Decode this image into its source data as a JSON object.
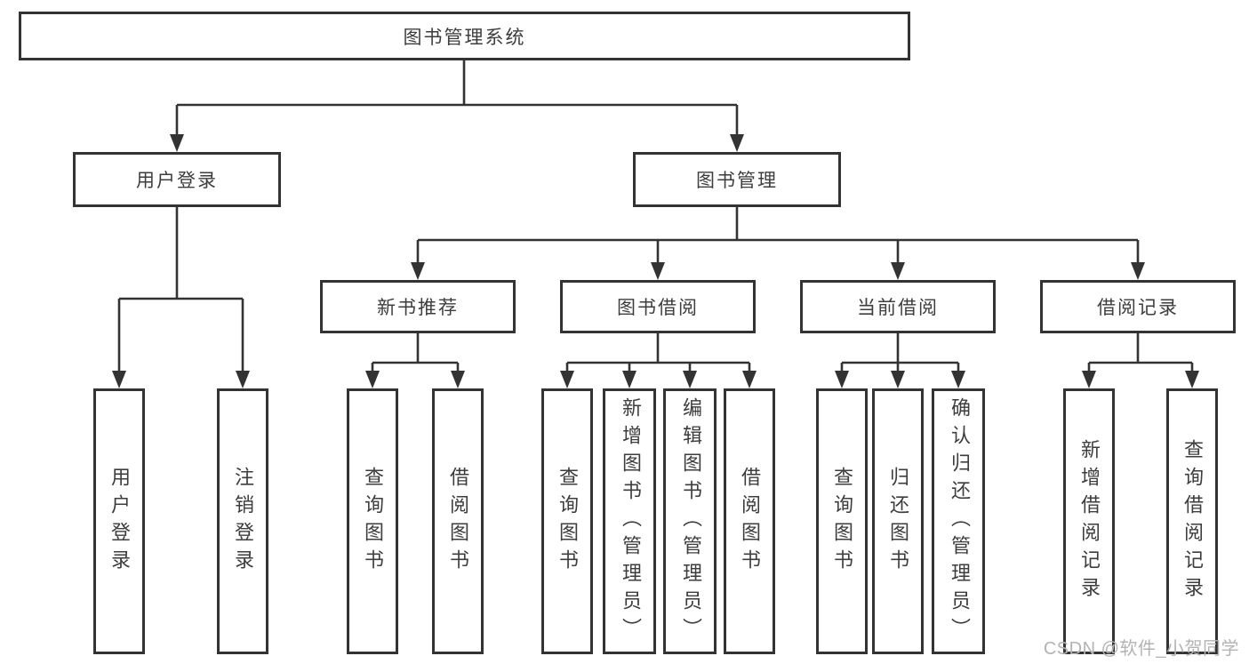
{
  "diagram": {
    "root": {
      "label": "图书管理系统"
    },
    "level2": [
      {
        "label": "用户登录"
      },
      {
        "label": "图书管理"
      }
    ],
    "level3": [
      {
        "label": "新书推荐"
      },
      {
        "label": "图书借阅"
      },
      {
        "label": "当前借阅"
      },
      {
        "label": "借阅记录"
      }
    ],
    "leaves": {
      "user_login": [
        {
          "label": "用户登录"
        },
        {
          "label": "注销登录"
        }
      ],
      "new_book_recommend": [
        {
          "label": "查询图书"
        },
        {
          "label": "借阅图书"
        }
      ],
      "book_borrowing": [
        {
          "label": "查询图书"
        },
        {
          "label": "新增图书（管理员）"
        },
        {
          "label": "编辑图书（管理员）"
        },
        {
          "label": "借阅图书"
        }
      ],
      "current_borrowing": [
        {
          "label": "查询图书"
        },
        {
          "label": "归还图书"
        },
        {
          "label": "确认归还（管理员）"
        }
      ],
      "borrowing_records": [
        {
          "label": "新增借阅记录"
        },
        {
          "label": "查询借阅记录"
        }
      ]
    }
  },
  "watermark": {
    "text": "CSDN @软件_小贺同学"
  },
  "colors": {
    "line": "#333333",
    "box_border": "#333333",
    "text": "#3d3d3d",
    "watermark": "#b3b3b3",
    "background": "#ffffff"
  }
}
